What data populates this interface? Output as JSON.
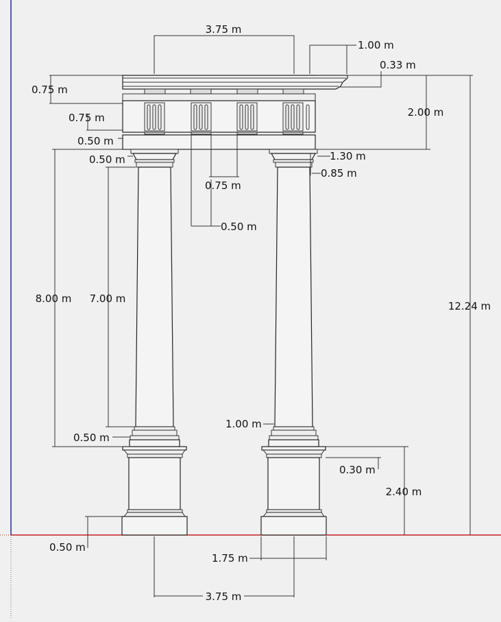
{
  "colors": {
    "background": "#f0f0f0",
    "ground_axis": "#c41f1f",
    "vertical_axis": "#2b2b8c",
    "outline": "#222222",
    "dimension_line": "#333333"
  },
  "dimensions": {
    "column_spacing_top": "3.75 m",
    "cornice_projection": "1.00 m",
    "cornice_height": "0.33 m",
    "entablature_height": "2.00 m",
    "top_band": "0.75 m",
    "frieze_band": "0.75 m",
    "architrave_band": "0.50 m",
    "capital_height": "0.50 m",
    "capital_width": "1.30 m",
    "neck_diameter": "0.85 m",
    "triglyph_spacing": "0.75 m",
    "triglyph_width": "0.50 m",
    "column_height": "8.00 m",
    "shaft_height": "7.00 m",
    "total_height": "12.24 m",
    "column_base": "0.50 m",
    "shaft_diameter": "1.00 m",
    "pedestal_cap": "0.30 m",
    "pedestal_height": "2.40 m",
    "plinth_height": "0.50 m",
    "pedestal_width": "1.75 m",
    "column_spacing_bottom": "3.75 m"
  }
}
